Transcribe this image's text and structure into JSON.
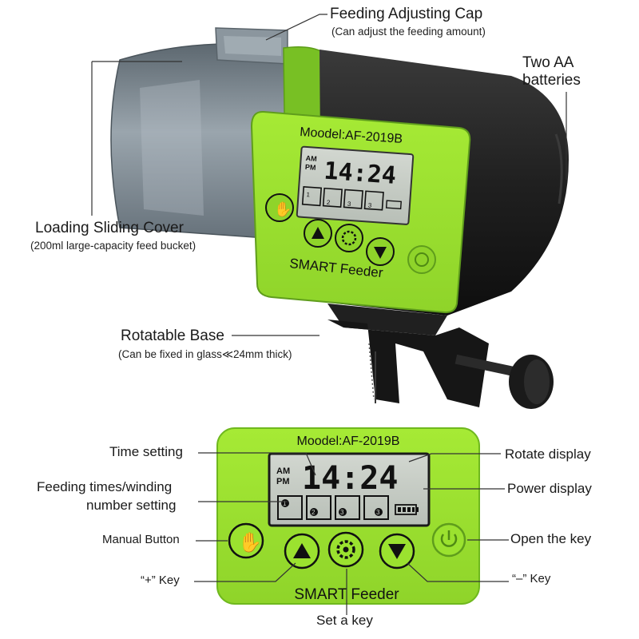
{
  "device": {
    "model_label": "Moodel:AF-2019B",
    "brand_label": "SMART Feeder",
    "lcd": {
      "am": "AM",
      "pm": "PM",
      "time": "14:24",
      "slots": [
        "1",
        "2",
        "3",
        "3"
      ]
    }
  },
  "callouts_top": {
    "feeding_cap": "Feeding Adjusting Cap",
    "feeding_cap_sub": "(Can adjust the feeding amount)",
    "batteries_line1": "Two AA",
    "batteries_line2": "batteries",
    "loading_cover": "Loading Sliding Cover",
    "loading_cover_sub": "(200ml large-capacity feed bucket)",
    "rotatable_base": "Rotatable Base",
    "rotatable_base_sub": "(Can be fixed in glass≪24mm thick)"
  },
  "callouts_panel": {
    "time_setting": "Time setting",
    "feeding_times_line1": "Feeding times/winding",
    "feeding_times_line2": "number setting",
    "manual_button": "Manual Button",
    "plus_key": "“+” Key",
    "set_key": "Set a key",
    "minus_key": "“–” Key",
    "open_key": "Open the key",
    "power_display": "Power display",
    "rotate_display": "Rotate display"
  },
  "colors": {
    "panel_green": "#9be22f",
    "panel_dark_green": "#6fb81e",
    "body_black": "#1b1b1b",
    "hopper_grey": "#7f8a92",
    "lcd_bg": "#c9cfc8"
  }
}
